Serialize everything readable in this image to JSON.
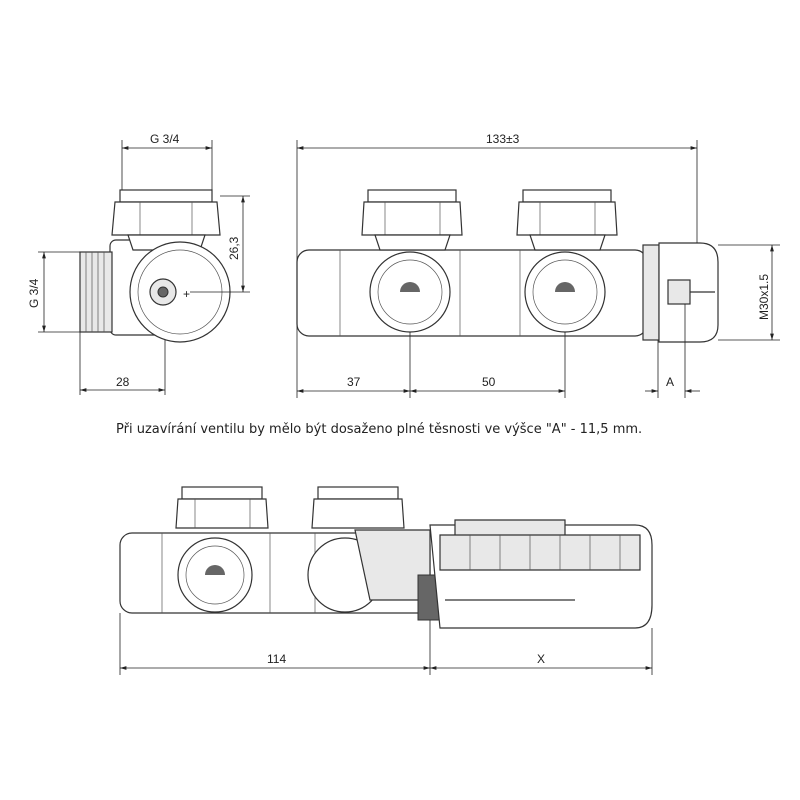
{
  "top_left_view": {
    "dim_width_thread": "G 3/4",
    "dim_side_thread": "G 3/4",
    "dim_height": "26,3",
    "dim_offset": "28"
  },
  "top_right_view": {
    "dim_total_length": "133±3",
    "dim_first_port": "37",
    "dim_port_spacing": "50",
    "dim_closing_height": "A",
    "dim_cap_thread": "M30x1.5"
  },
  "note": "Při uzavírání ventilu by mělo být dosaženo plné těsnosti ve výšce \"A\" - 11,5 mm.",
  "bottom_view": {
    "dim_body_length": "114",
    "dim_head_length": "X"
  }
}
